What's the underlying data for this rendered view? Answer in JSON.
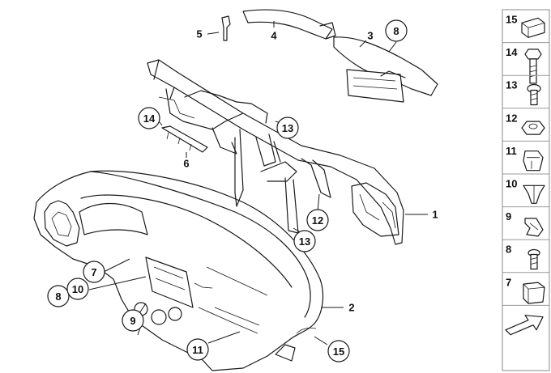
{
  "callouts": [
    {
      "id": "c1",
      "label": "1",
      "style": "plain"
    },
    {
      "id": "c2",
      "label": "2",
      "style": "plain"
    },
    {
      "id": "c3",
      "label": "3",
      "style": "plain"
    },
    {
      "id": "c4",
      "label": "4",
      "style": "plain"
    },
    {
      "id": "c5",
      "label": "5",
      "style": "plain"
    },
    {
      "id": "c6",
      "label": "6",
      "style": "plain"
    },
    {
      "id": "c7",
      "label": "7",
      "style": "circle"
    },
    {
      "id": "c8a",
      "label": "8",
      "style": "circle"
    },
    {
      "id": "c8b",
      "label": "8",
      "style": "circle"
    },
    {
      "id": "c9",
      "label": "9",
      "style": "circle"
    },
    {
      "id": "c10",
      "label": "10",
      "style": "circle"
    },
    {
      "id": "c11",
      "label": "11",
      "style": "circle"
    },
    {
      "id": "c12",
      "label": "12",
      "style": "circle"
    },
    {
      "id": "c13a",
      "label": "13",
      "style": "circle"
    },
    {
      "id": "c13b",
      "label": "13",
      "style": "circle"
    },
    {
      "id": "c14",
      "label": "14",
      "style": "circle"
    },
    {
      "id": "c15",
      "label": "15",
      "style": "circle"
    }
  ],
  "sidebar": {
    "items": [
      {
        "label": "15",
        "icon": "clip-strip-icon"
      },
      {
        "label": "14",
        "icon": "hex-bolt-icon"
      },
      {
        "label": "13",
        "icon": "screw-icon"
      },
      {
        "label": "12",
        "icon": "hex-nut-icon"
      },
      {
        "label": "11",
        "icon": "clip-nut-icon"
      },
      {
        "label": "10",
        "icon": "expanding-nut-icon"
      },
      {
        "label": "9",
        "icon": "spring-clip-icon"
      },
      {
        "label": "8",
        "icon": "torx-screw-icon"
      },
      {
        "label": "7",
        "icon": "bracket-clip-icon"
      },
      {
        "label": "",
        "icon": "arrow-icon"
      }
    ]
  }
}
